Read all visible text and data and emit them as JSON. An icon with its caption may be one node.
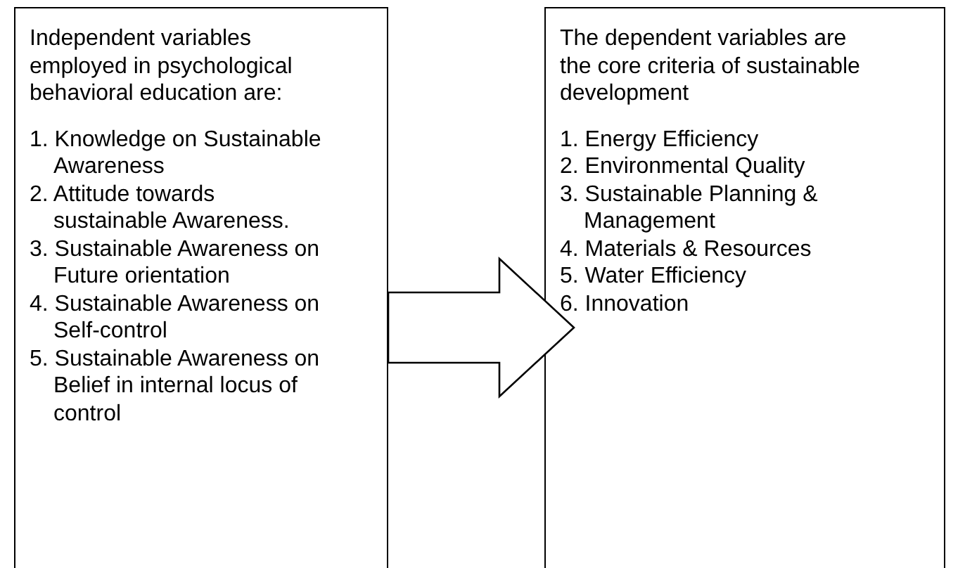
{
  "diagram": {
    "nodes": [
      {
        "text": [
          "Independent variables employed in psychological behavioral education are:",
          "1. Knowledge on Sustainable Awareness",
          "2. Attitude towards sustainable Awareness.",
          "3. Sustainable Awareness on Future orientation",
          "4. Sustainable Awareness on Self-control",
          "5. Sustainable Awareness on Belief in internal locus of control"
        ]
      },
      {
        "text": [
          "The dependent variables are the core criteria of sustainable development",
          "1. Energy Efficiency",
          "2. Environmental Quality",
          "3. Sustainable Planning & Management",
          "4. Materials & Resources",
          "5. Water Efficiency",
          "6. Innovation"
        ]
      }
    ],
    "edges": [
      {
        "from": 0,
        "to": 1,
        "arrow": "to"
      }
    ]
  }
}
